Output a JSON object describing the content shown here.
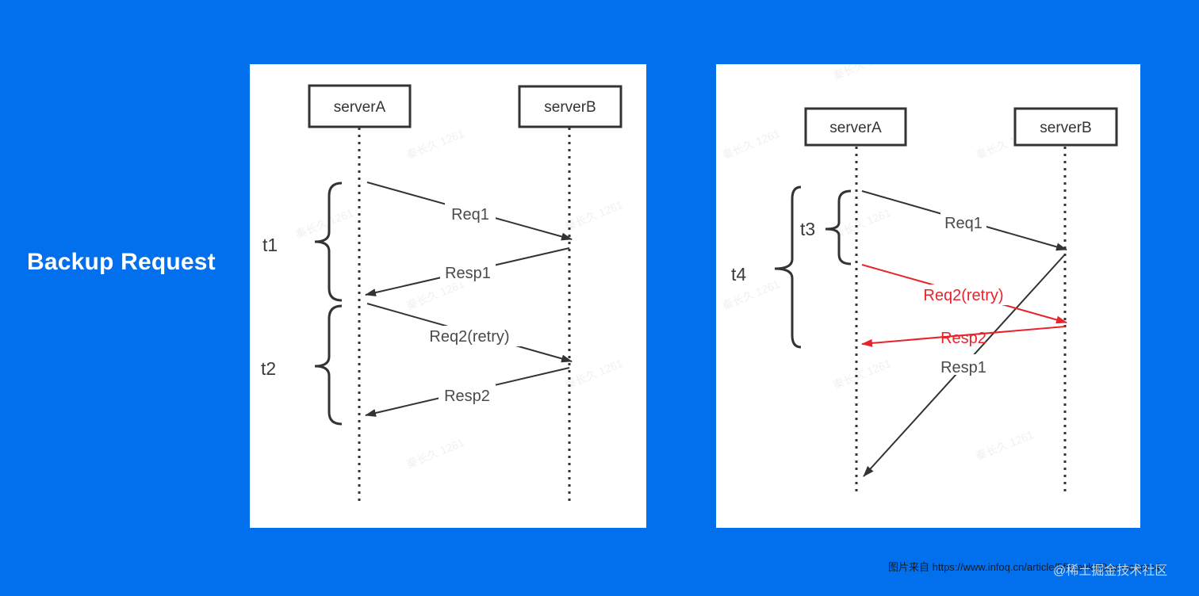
{
  "title": "Backup Request",
  "source": "图片来自 https://www.infoq.cn/article/5fboevkal0ayoyaeqrc4z",
  "brand_watermark": "@稀土掘金技术社区",
  "diagram_watermark": "秦长久 1261",
  "colors": {
    "background": "#0270ec",
    "panel": "#ffffff",
    "line": "#333333",
    "retry": "#e8232a"
  },
  "left_diagram": {
    "participants": [
      "serverA",
      "serverB"
    ],
    "messages": [
      "Req1",
      "Resp1",
      "Req2(retry)",
      "Resp2"
    ],
    "intervals": [
      "t1",
      "t2"
    ]
  },
  "right_diagram": {
    "participants": [
      "serverA",
      "serverB"
    ],
    "messages": [
      "Req1",
      "Req2(retry)",
      "Resp2",
      "Resp1"
    ],
    "intervals": [
      "t3",
      "t4"
    ]
  }
}
